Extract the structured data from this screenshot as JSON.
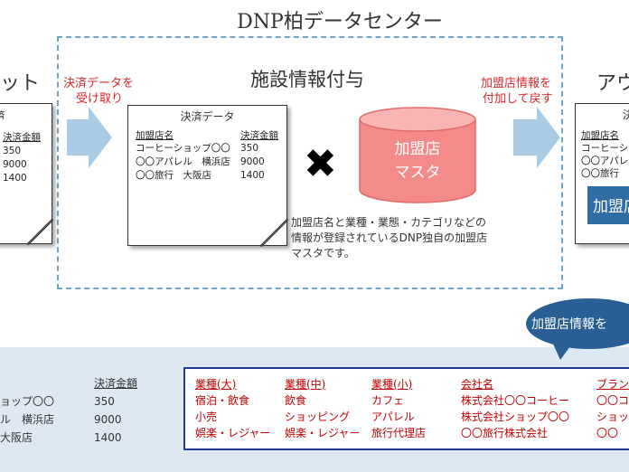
{
  "header": {
    "data_center_title": "DNP柏データセンター"
  },
  "left_panel": {
    "title": "ット",
    "doc": {
      "row0": "済",
      "header": "決済金額",
      "values": [
        "350",
        "9000",
        "1400"
      ]
    }
  },
  "center": {
    "title": "施設情報付与",
    "receive_note": [
      "決済データを",
      "受け取り"
    ],
    "return_note": [
      "加盟店情報を",
      "付加して戻す"
    ],
    "payment_doc": {
      "header": "決済データ",
      "col1_header": "加盟店名",
      "col2_header": "決済金額",
      "rows": [
        {
          "name": "コーヒーショップ〇〇",
          "amount": "350"
        },
        {
          "name": "〇〇アパレル　横浜店",
          "amount": "9000"
        },
        {
          "name": "〇〇旅行　大阪店",
          "amount": "1400"
        }
      ]
    },
    "multiply_symbol": "✖",
    "master_db": {
      "line1": "加盟店",
      "line2": "マスタ"
    },
    "description": [
      "加盟店名と業種・業態・カテゴリなどの",
      "情報が登録されているDNP独自の加盟店",
      "マスタです。"
    ]
  },
  "right_panel": {
    "title": "アウ",
    "doc": {
      "row0": "決",
      "header": "加盟店名",
      "rows": [
        "コーヒーショ",
        "〇〇アパレ",
        "〇〇旅行"
      ],
      "badge": "加盟店"
    }
  },
  "bubble": {
    "text": "加盟店情報を"
  },
  "bottom": {
    "left_rows": [
      "ョップ〇〇",
      "ル　横浜店",
      "大阪店"
    ],
    "amount_header": "決済金額",
    "amounts": [
      "350",
      "9000",
      "1400"
    ],
    "columns": [
      {
        "header": "業種(大)",
        "rows": [
          "宿泊・飲食",
          "小売",
          "娯楽・レジャー"
        ]
      },
      {
        "header": "業種(中)",
        "rows": [
          "飲食",
          "ショッピング",
          "娯楽・レジャー"
        ]
      },
      {
        "header": "業種(小)",
        "rows": [
          "カフェ",
          "アパレル",
          "旅行代理店"
        ]
      },
      {
        "header": "会社名",
        "rows": [
          "株式会社〇〇コーヒー",
          "株式会社ショップ〇〇",
          "〇〇旅行株式会社"
        ]
      },
      {
        "header": "ブラン",
        "rows": [
          "〇〇コ",
          "ショッ",
          "〇〇"
        ]
      }
    ]
  },
  "colors": {
    "arrow": "#a9cbe6",
    "cylinder": "#f58a8a",
    "dashed_border": "#6fa3c8",
    "note_red": "#d7262b",
    "bubble": "#2a5f95",
    "band": "#dde8f3",
    "category_border": "#1f3b8c",
    "category_text": "#c00000"
  }
}
